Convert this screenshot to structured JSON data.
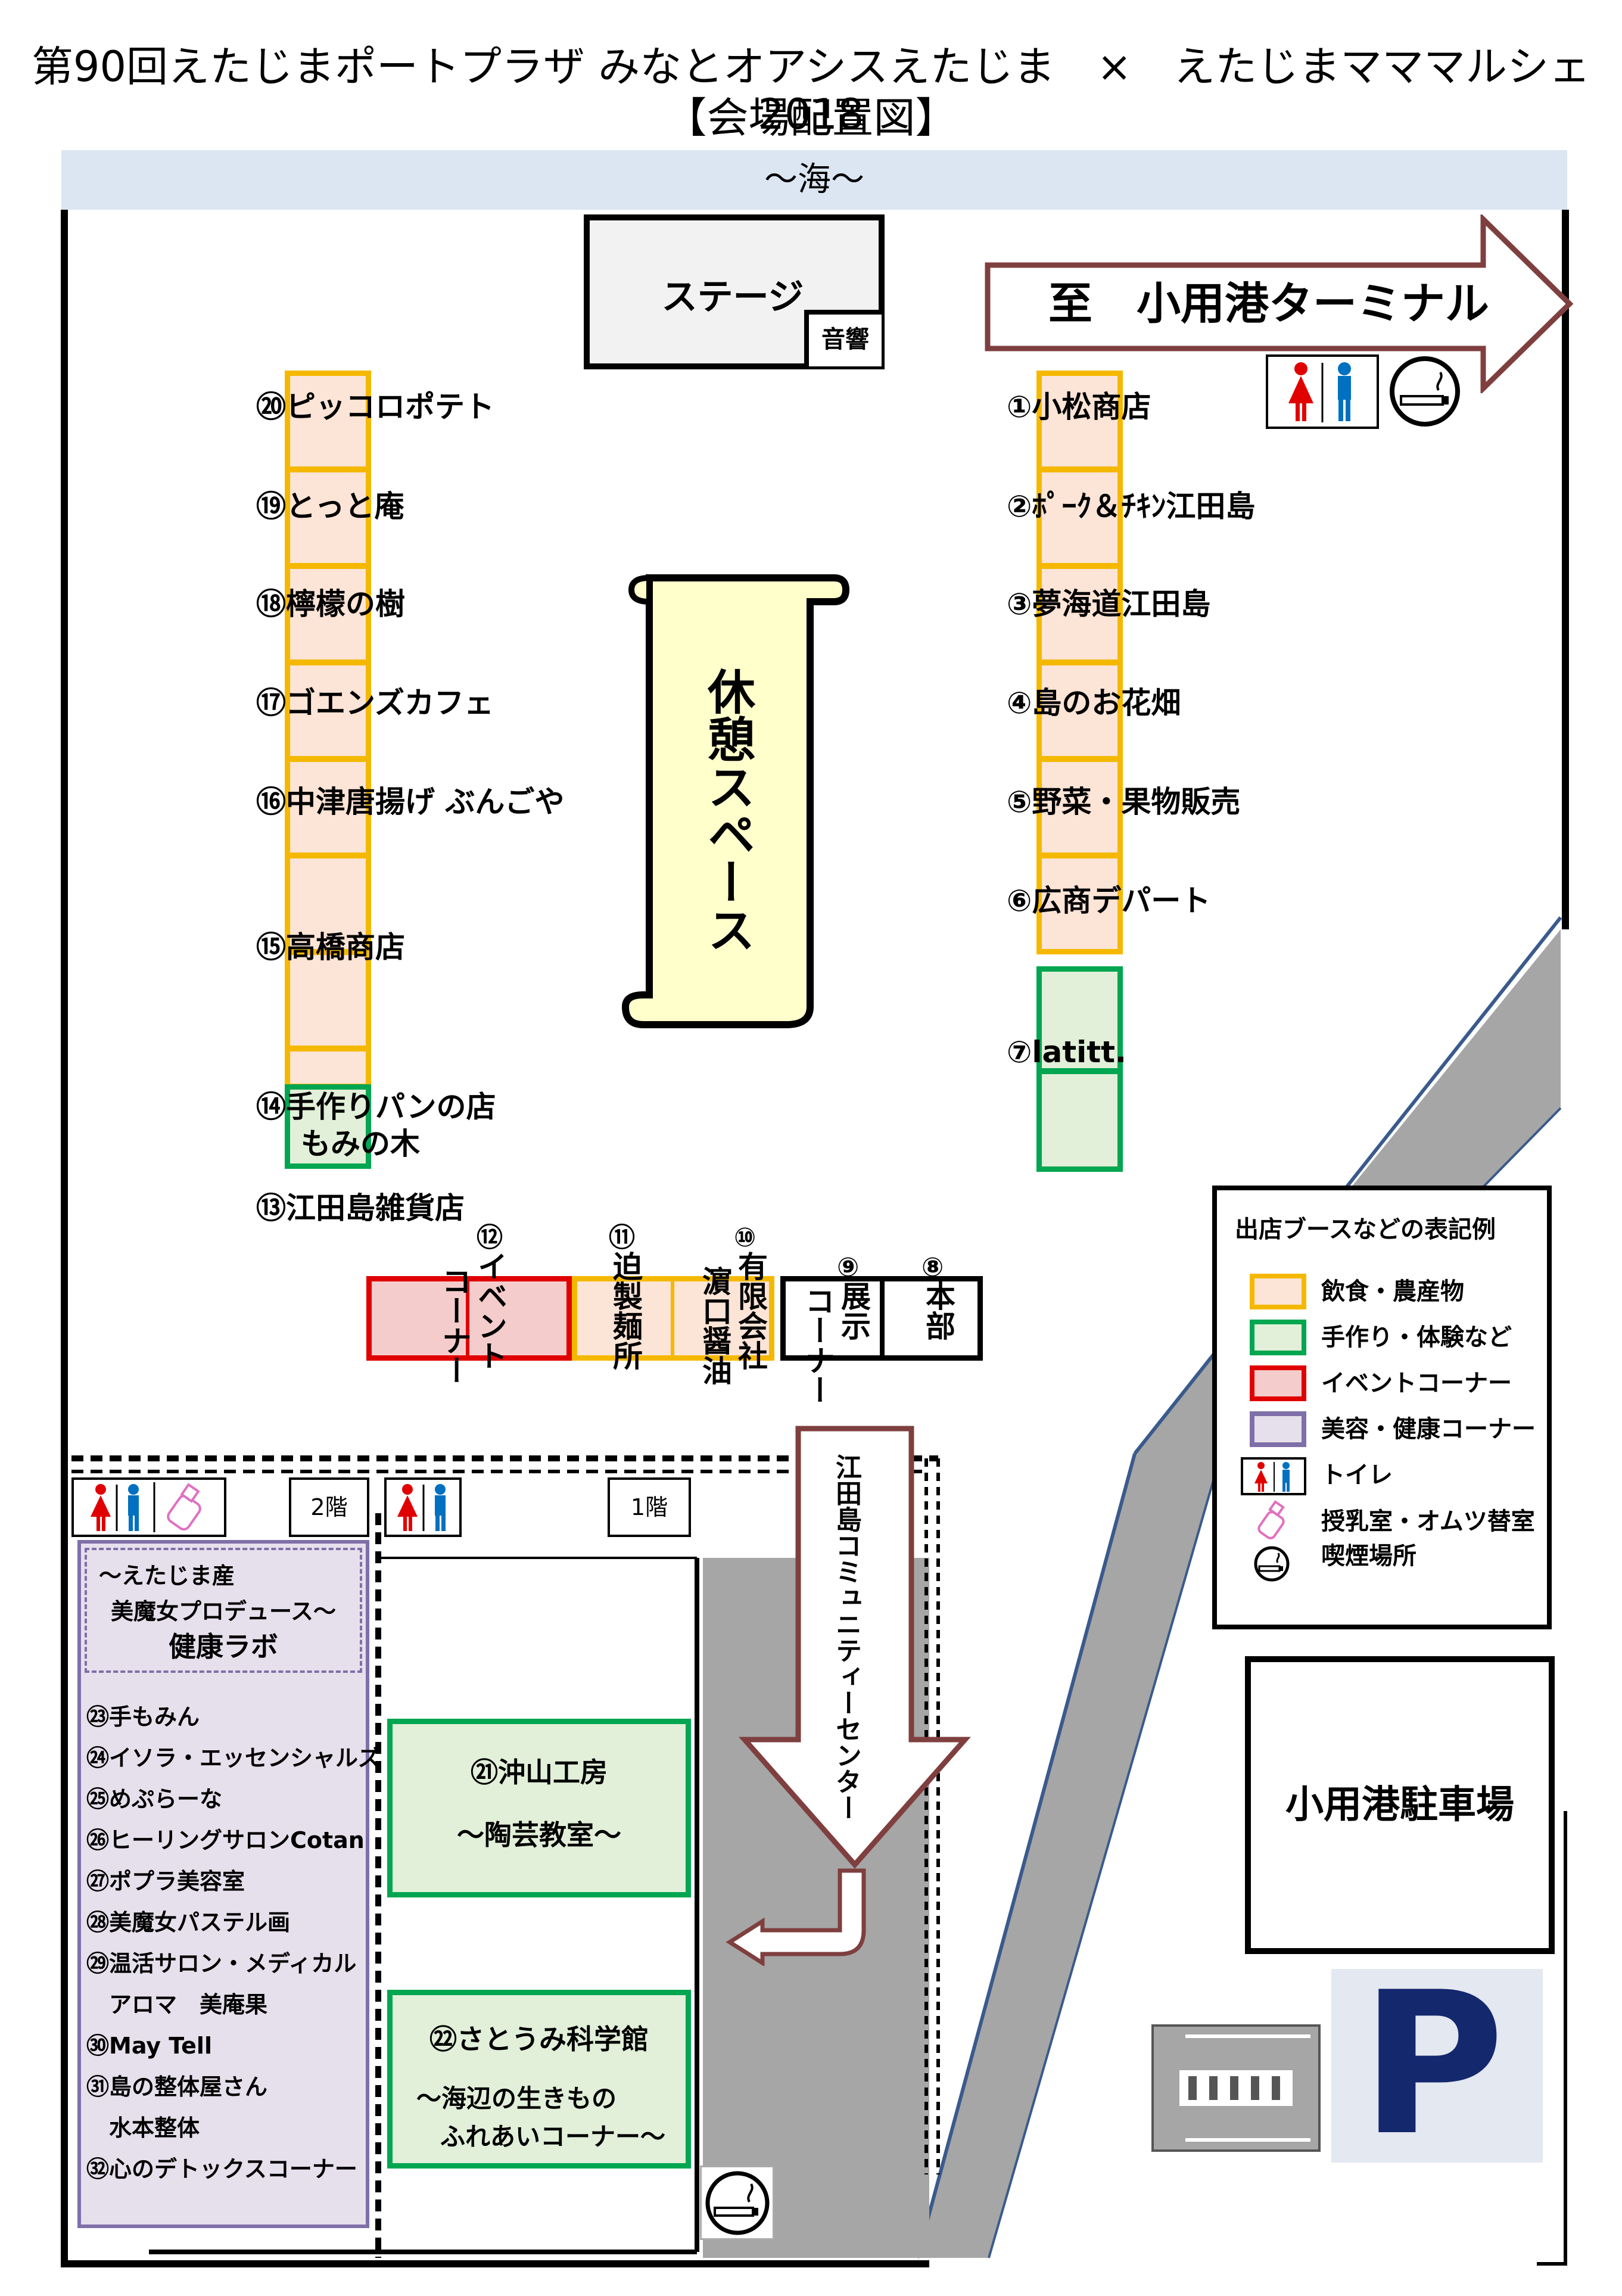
{
  "header": {
    "title": "第90回えたじまポートプラザ みなとオアシスえたじま　×　えたじまマママルシェ2018",
    "subtitle": "【会場配置図】"
  },
  "sea_label": "～海～",
  "stage": {
    "label": "ステージ",
    "sound": "音響"
  },
  "terminal_arrow": "至　小用港ターミナル",
  "rest_space": "休憩スペース",
  "left_booths": [
    "⑳ピッコロポテト",
    "⑲とっと庵",
    "⑱檸檬の樹",
    "⑰ゴエンズカフェ",
    "⑯中津唐揚げ ぶんごや",
    "⑮高橋商店",
    "⑭手作りパンの店",
    "もみの木",
    "⑬江田島雑貨店"
  ],
  "right_booths": [
    "①小松商店",
    "②ﾎﾟｰｸ＆ﾁｷﾝ江田島",
    "③夢海道江田島",
    "④島のお花畑",
    "⑤野菜・果物販売",
    "⑥広商デパート",
    "⑦latitt."
  ],
  "bottom_row": {
    "n12": "⑫",
    "event1": "イベント",
    "event2": "コーナー",
    "n11": "⑪",
    "sako": "迫製麺所",
    "n10": "⑩",
    "yugen": "有限会社",
    "hamaguchi": "濵口醤油",
    "n9": "⑨",
    "tenji": "展示",
    "corner": "コーナー",
    "n8": "⑧",
    "honbu": "本部"
  },
  "community_center": "江田島コミュニティーセンター",
  "floors": {
    "second": "2階",
    "first": "1階"
  },
  "health_lab": {
    "line1": "～えたじま産",
    "line2": "美魔女プロデュース～",
    "line3": "健康ラボ",
    "items": [
      "㉓手もみん",
      "㉔イソラ・エッセンシャルズ",
      "㉕めぷらーな",
      "㉖ヒーリングサロンCotan",
      "㉗ポプラ美容室",
      "㉘美魔女パステル画",
      "㉙温活サロン・メディカル",
      "　アロマ　美庵果",
      "㉚May Tell",
      "㉛島の整体屋さん",
      "　水本整体",
      "㉜心のデトックスコーナー"
    ]
  },
  "room21": {
    "line1": "㉑沖山工房",
    "line2": "～陶芸教室～"
  },
  "room22": {
    "line1": "㉒さとうみ科学館",
    "line2": "～海辺の生きもの",
    "line3": "ふれあいコーナー～"
  },
  "legend": {
    "title": "出店ブースなどの表記例",
    "items": [
      {
        "label": "飲食・農産物",
        "color": "#f5b800"
      },
      {
        "label": "手作り・体験など",
        "color": "#00a650"
      },
      {
        "label": "イベントコーナー",
        "color": "#e00000"
      },
      {
        "label": "美容・健康コーナー",
        "color": "#7f6fa8"
      },
      {
        "label": "トイレ",
        "icon": "toilet-icon"
      },
      {
        "label": "授乳室・オムツ替室",
        "icon": "baby-bottle-icon"
      },
      {
        "label": "喫煙場所",
        "icon": "smoking-icon"
      }
    ]
  },
  "parking": {
    "label": "小用港駐車場",
    "sign": "P"
  },
  "colors": {
    "food": "#f5b800",
    "craft": "#00a650",
    "event": "#e00000",
    "beauty": "#7f6fa8",
    "sea": "#dce6f2",
    "arrow": "#7f3010"
  }
}
